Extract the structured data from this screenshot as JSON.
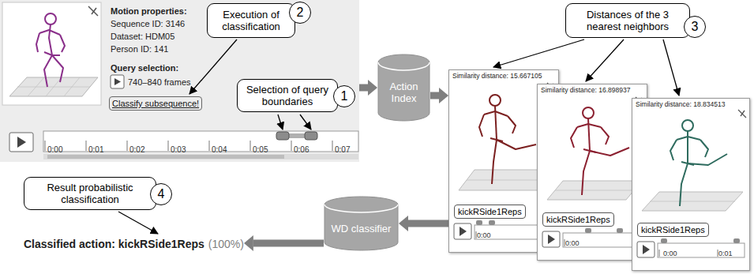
{
  "diagram": {
    "nodes": [
      {
        "text": [
          "Motion properties:",
          "Sequence ID: 3146",
          "Dataset: HDM05",
          "Person ID: 141",
          "Query selection:",
          "740–840 frames",
          "Classify subsequence!"
        ]
      },
      {
        "text": [
          "Execution of classification"
        ]
      },
      {
        "text": [
          "2"
        ]
      },
      {
        "text": [
          "Selection of query boundaries"
        ]
      },
      {
        "text": [
          "1"
        ]
      },
      {
        "text": [
          "Action Index"
        ]
      },
      {
        "text": [
          "Distances of the 3 nearest neighbors"
        ]
      },
      {
        "text": [
          "3"
        ]
      },
      {
        "text": [
          "Similarity distance: 15.667105"
        ]
      },
      {
        "text": [
          "kickRSide1Reps"
        ],
        "in": 8
      },
      {
        "text": [
          "Similarity distance: 16.898937"
        ]
      },
      {
        "text": [
          "kickRSide1Reps"
        ],
        "in": 10
      },
      {
        "text": [
          "Similarity distance: 18.834513"
        ]
      },
      {
        "text": [
          "kickRSide1Reps"
        ],
        "in": 12
      },
      {
        "text": [
          "Result probabilistic classification"
        ]
      },
      {
        "text": [
          "4"
        ]
      },
      {
        "text": [
          "WD classifier"
        ]
      },
      {
        "text": [
          "Classified action: kickRSide1Reps",
          "(100%)"
        ]
      }
    ],
    "edges": [
      {
        "from": 0,
        "to": 5,
        "arrow": "to"
      },
      {
        "from": 5,
        "to": 8,
        "arrow": "to"
      },
      {
        "from": 8,
        "to": 16,
        "arrow": "to"
      },
      {
        "from": 16,
        "to": 17,
        "arrow": "to"
      }
    ],
    "labels": [
      "0:00",
      "0:01",
      "0:02",
      "0:03",
      "0:04",
      "0:05",
      "0:06",
      "0:07",
      "0:00",
      "0:00",
      "0:00",
      "0:01"
    ]
  }
}
